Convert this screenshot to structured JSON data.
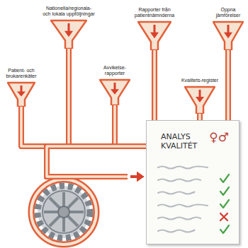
{
  "diagram": {
    "nodes": [
      {
        "text": [
          "Patient- och brukarenkäter"
        ]
      },
      {
        "text": [
          "Nationella/regionala- och lokala uppföljningar"
        ]
      },
      {
        "text": [
          "Avvikelse-rapporter"
        ]
      },
      {
        "text": [
          "Rapporter från patientnämnderna"
        ]
      },
      {
        "text": [
          "Kvalitets-register"
        ]
      },
      {
        "text": [
          "Öppna jämförelser"
        ]
      },
      {
        "text": [
          "ANALYS KVALITÉT",
          "♀♂"
        ]
      }
    ],
    "edges": [
      {
        "from": 0,
        "to": 6,
        "arrow": "to"
      },
      {
        "from": 1,
        "to": 6,
        "arrow": "to"
      },
      {
        "from": 2,
        "to": 6,
        "arrow": "to"
      },
      {
        "from": 3,
        "to": 6,
        "arrow": "to"
      },
      {
        "from": 4,
        "to": 6,
        "arrow": "to"
      },
      {
        "from": 5,
        "to": 6,
        "arrow": "to"
      }
    ]
  }
}
